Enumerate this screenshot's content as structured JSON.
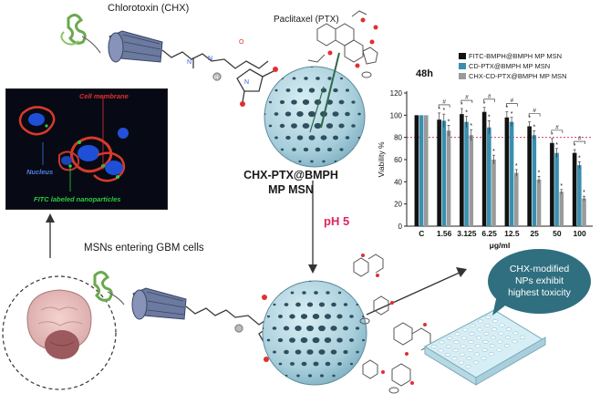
{
  "labels": {
    "chlorotoxin": "Chlorotoxin (CHX)",
    "paclitaxel": "Paclitaxel (PTX)",
    "nanoparticle_name_line1": "CHX-PTX@BMPH",
    "nanoparticle_name_line2": "MP MSN",
    "ph": "pH 5",
    "msn_entering": "MSNs entering GBM cells",
    "cell_membrane": "Cell membrane",
    "nucleus": "Nucleus",
    "fitc": "FITC labeled nanoparticles",
    "conclusion_line1": "CHX-modified",
    "conclusion_line2": "NPs exhibit",
    "conclusion_line3": "highest toxicity"
  },
  "colors": {
    "sphere": "#b8d8e3",
    "sphere_dot": "#2e4f5e",
    "ph_text": "#e0245e",
    "bubble": "#2f6f7f",
    "peptide": "#6aa84f",
    "cylinder": "#6c7aa0",
    "linker": "#3a3a3a",
    "oxygen": "#e03030",
    "nitrogen": "#3a5bd9",
    "membrane_label": "#e03030",
    "nucleus_label": "#3f6fd8",
    "fitc_label": "#2ecc40"
  },
  "chart_data": {
    "type": "bar",
    "title": "48h",
    "ylabel": "Viability %",
    "xlabel": "μg/ml",
    "categories": [
      "C",
      "1.56",
      "3.125",
      "6.25",
      "12.5",
      "25",
      "50",
      "100"
    ],
    "ylim": [
      0,
      120
    ],
    "yticks": [
      0,
      20,
      40,
      60,
      80,
      100,
      120
    ],
    "reference_line": 80,
    "series": [
      {
        "name": "FITC-BMPH@BMPH MP MSN",
        "color": "#111111",
        "values": [
          100,
          96,
          101,
          103,
          98,
          90,
          75,
          66
        ]
      },
      {
        "name": "CD-PTX@BMPH MP MSN",
        "color": "#3a8fb0",
        "values": [
          100,
          95,
          94,
          89,
          94,
          82,
          66,
          55
        ]
      },
      {
        "name": "CHX-CD-PTX@BMPH MP MSN",
        "color": "#9a9a9a",
        "values": [
          100,
          86,
          82,
          60,
          48,
          42,
          31,
          25
        ]
      }
    ],
    "errors": [
      [
        0,
        6,
        5,
        4,
        5,
        4,
        4,
        3
      ],
      [
        0,
        6,
        5,
        6,
        4,
        4,
        4,
        3
      ],
      [
        0,
        5,
        5,
        4,
        3,
        3,
        2,
        2
      ]
    ],
    "annotations": [
      "*",
      "#"
    ],
    "grid": false,
    "legend_position": "top"
  }
}
